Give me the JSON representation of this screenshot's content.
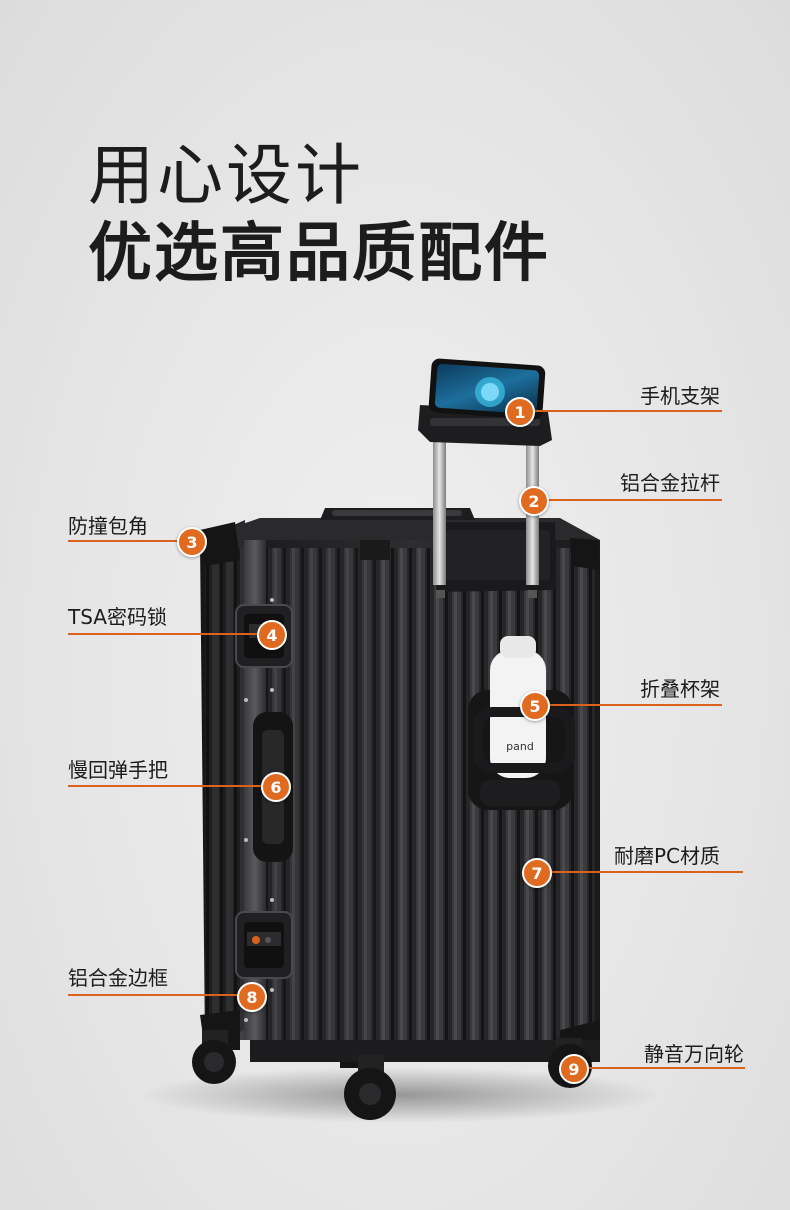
{
  "headline": {
    "line1": "用心设计",
    "line2": "优选高品质配件"
  },
  "colors": {
    "accent": "#e06a1f",
    "suitcase": "#2a2a2c",
    "background": "#e6e6e6"
  },
  "callouts": [
    {
      "number": "1",
      "label": "手机支架"
    },
    {
      "number": "2",
      "label": "铝合金拉杆"
    },
    {
      "number": "3",
      "label": "防撞包角"
    },
    {
      "number": "4",
      "label": "TSA密码锁"
    },
    {
      "number": "5",
      "label": "折叠杯架"
    },
    {
      "number": "6",
      "label": "慢回弹手把"
    },
    {
      "number": "7",
      "label": "耐磨PC材质"
    },
    {
      "number": "8",
      "label": "铝合金边框"
    },
    {
      "number": "9",
      "label": "静音万向轮"
    }
  ],
  "bottle_brand": "pand"
}
